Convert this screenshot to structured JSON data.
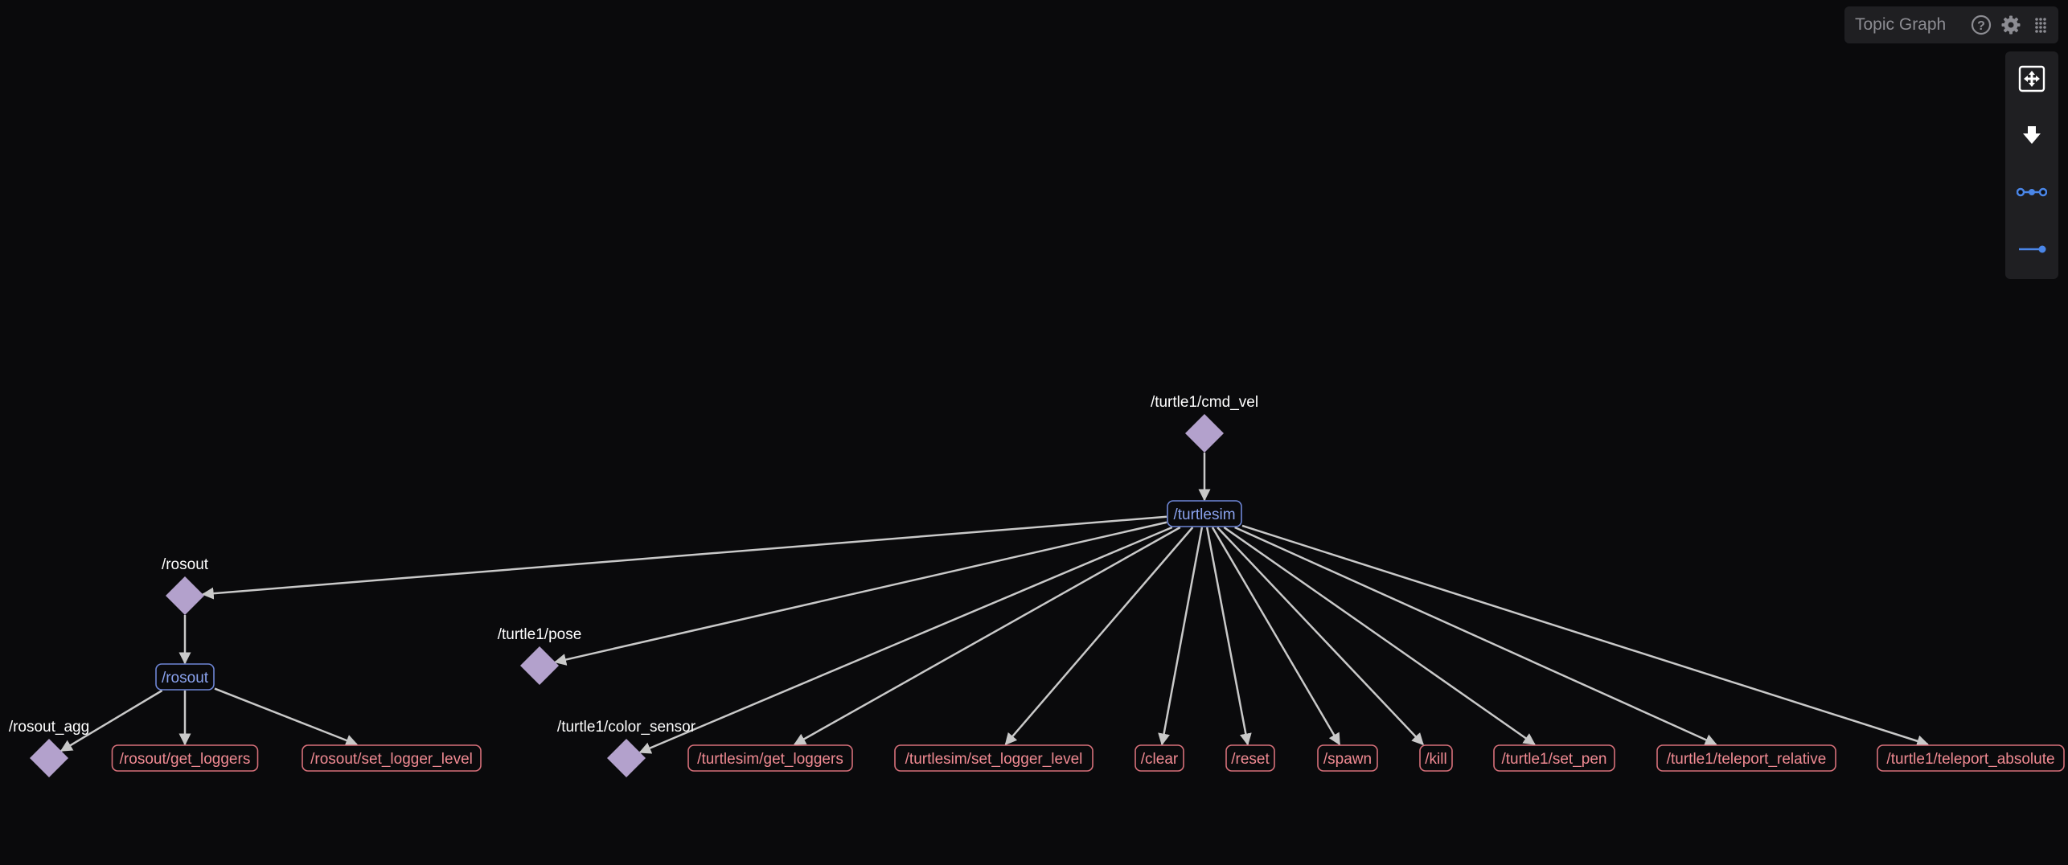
{
  "header": {
    "title": "Topic Graph",
    "icons": [
      "help-icon",
      "settings-icon",
      "grid-menu-icon"
    ]
  },
  "toolbar": {
    "icons": [
      "fit-view-icon",
      "download-icon",
      "edge-mode-both-icon",
      "edge-mode-single-icon"
    ]
  },
  "colors": {
    "background": "#0a0a0c",
    "topic": "#b3a1cc",
    "node_border": "#6e86d6",
    "node_text": "#8aa2ee",
    "service_border": "#d7707a",
    "service_text": "#f08a92",
    "edge": "#c9c9c9",
    "label": "#ffffff",
    "accent": "#4a86e8"
  },
  "graph": {
    "topics": [
      {
        "id": "t_cmd_vel",
        "label": "/turtle1/cmd_vel"
      },
      {
        "id": "t_rosout",
        "label": "/rosout"
      },
      {
        "id": "t_pose",
        "label": "/turtle1/pose"
      },
      {
        "id": "t_rosout_agg",
        "label": "/rosout_agg"
      },
      {
        "id": "t_color",
        "label": "/turtle1/color_sensor"
      }
    ],
    "nodes": [
      {
        "id": "n_turtlesim",
        "label": "/turtlesim"
      },
      {
        "id": "n_rosout",
        "label": "/rosout"
      }
    ],
    "services": [
      {
        "id": "s_rosout_get",
        "label": "/rosout/get_loggers"
      },
      {
        "id": "s_rosout_set",
        "label": "/rosout/set_logger_level"
      },
      {
        "id": "s_ts_get",
        "label": "/turtlesim/get_loggers"
      },
      {
        "id": "s_ts_set",
        "label": "/turtlesim/set_logger_level"
      },
      {
        "id": "s_clear",
        "label": "/clear"
      },
      {
        "id": "s_reset",
        "label": "/reset"
      },
      {
        "id": "s_spawn",
        "label": "/spawn"
      },
      {
        "id": "s_kill",
        "label": "/kill"
      },
      {
        "id": "s_set_pen",
        "label": "/turtle1/set_pen"
      },
      {
        "id": "s_tel_rel",
        "label": "/turtle1/teleport_relative"
      },
      {
        "id": "s_tel_abs",
        "label": "/turtle1/teleport_absolute"
      }
    ],
    "edges": [
      [
        "t_cmd_vel",
        "n_turtlesim"
      ],
      [
        "n_turtlesim",
        "t_rosout"
      ],
      [
        "n_turtlesim",
        "t_pose"
      ],
      [
        "n_turtlesim",
        "t_color"
      ],
      [
        "n_turtlesim",
        "s_ts_get"
      ],
      [
        "n_turtlesim",
        "s_ts_set"
      ],
      [
        "n_turtlesim",
        "s_clear"
      ],
      [
        "n_turtlesim",
        "s_reset"
      ],
      [
        "n_turtlesim",
        "s_spawn"
      ],
      [
        "n_turtlesim",
        "s_kill"
      ],
      [
        "n_turtlesim",
        "s_set_pen"
      ],
      [
        "n_turtlesim",
        "s_tel_rel"
      ],
      [
        "n_turtlesim",
        "s_tel_abs"
      ],
      [
        "t_rosout",
        "n_rosout"
      ],
      [
        "n_rosout",
        "t_rosout_agg"
      ],
      [
        "n_rosout",
        "s_rosout_get"
      ],
      [
        "n_rosout",
        "s_rosout_set"
      ]
    ]
  }
}
